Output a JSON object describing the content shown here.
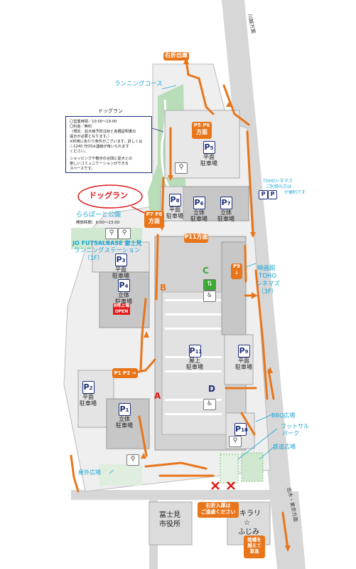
{
  "labels": {
    "right_turn_exit": "右折出庫",
    "running_course": "ランニングコース",
    "dog_run_heading": "ドッグラン",
    "dog_run_callout": "ドッグラン",
    "lalaport_park": "ららぽーと公園",
    "park_hours": "開放時間：6:00～23:00",
    "futsal_line1": "JO FUTSALBASE 富士見",
    "futsal_line2": "ランニングステーション",
    "futsal_line3": "（1F）",
    "toho_note_line1": "TOHOシネマズ",
    "toho_note_line2": "ご利用の方は",
    "toho_note_line3": "が便利です",
    "cinema_line1": "映画館",
    "cinema_line2": "TOHO",
    "cinema_line3": "シネマズ",
    "cinema_line4": "（3F）",
    "bbq": "BBQ広場",
    "futsal_park_line1": "フットサル",
    "futsal_park_line2": "パーク",
    "railway_plaza": "鉄道広場",
    "outdoor_plaza": "屋外広場",
    "city_hall_line1": "富士見",
    "city_hall_line2": "市役所",
    "kirari_line1": "キラリ",
    "kirari_line2": "☆",
    "kirari_line3": "ふじみ",
    "kawagoe_direction": "川越方面",
    "shiki_tokyo_direction": "志木・東京方面",
    "right_turn_entry_line1": "右折入庫は",
    "right_turn_entry_line2": "ご遠慮ください",
    "cross_line1": "陸橋を",
    "cross_line2": "越えて",
    "cross_line3": "直進",
    "direction_suffix": "方面",
    "open_line1": "8時上場",
    "open_line2": "OPEN",
    "zone_a": "A",
    "zone_b": "B",
    "zone_c": "C",
    "zone_d": "D"
  },
  "dog_run_info": {
    "hours": "〇営業時間／10:00～19:00",
    "fee": "〇料金／無料",
    "fee_note1": "（規定、狂犬病予防注射と各種証明書の",
    "fee_note2": "提示が必要となります。）",
    "note1": "※利用にあたり条件がございます。詳しくは",
    "note2": "ⓘ1240 代OS※連絡が用いられます",
    "note3": "ください。",
    "desc1": "ショッピングや散歩の合間に愛犬との",
    "desc2": "楽しいコミュニケーションができる",
    "desc3": "スペースです。"
  },
  "parking": [
    {
      "id": "p5",
      "num": "5",
      "type": "平面",
      "kind": "駐車場"
    },
    {
      "id": "p6",
      "num": "6",
      "type": "立体",
      "kind": "駐車場"
    },
    {
      "id": "p7",
      "num": "7",
      "type": "立体",
      "kind": "駐車場"
    },
    {
      "id": "p8",
      "num": "8",
      "type": "平面",
      "kind": "駐車場"
    },
    {
      "id": "p3",
      "num": "3",
      "type": "平面",
      "kind": "駐車場"
    },
    {
      "id": "p4",
      "num": "4",
      "type": "立体",
      "kind": "駐車場"
    },
    {
      "id": "p11",
      "num": "11",
      "type": "屋上",
      "kind": "駐車場"
    },
    {
      "id": "p9",
      "num": "9",
      "type": "平面",
      "kind": "駐車場"
    },
    {
      "id": "p2",
      "num": "2",
      "type": "平面",
      "kind": "駐車場"
    },
    {
      "id": "p1",
      "num": "1",
      "type": "立体",
      "kind": "駐車場"
    },
    {
      "id": "p10",
      "num": "10",
      "type": "",
      "kind": ""
    }
  ],
  "badges": {
    "p56": [
      "5",
      "6"
    ],
    "p78": [
      "7",
      "8"
    ],
    "p11": [
      "11"
    ],
    "p10": [
      "10"
    ],
    "p12": [
      "1",
      "2"
    ],
    "p67": [
      "6",
      "7"
    ],
    "p9": [
      "9"
    ]
  },
  "colors": {
    "route": "#e8751a",
    "parking_p": "#1f2f7a",
    "cyan_text": "#1aa6d6",
    "green": "#8fc89a",
    "building": "#c8c8c8",
    "red": "#e01a1a"
  }
}
